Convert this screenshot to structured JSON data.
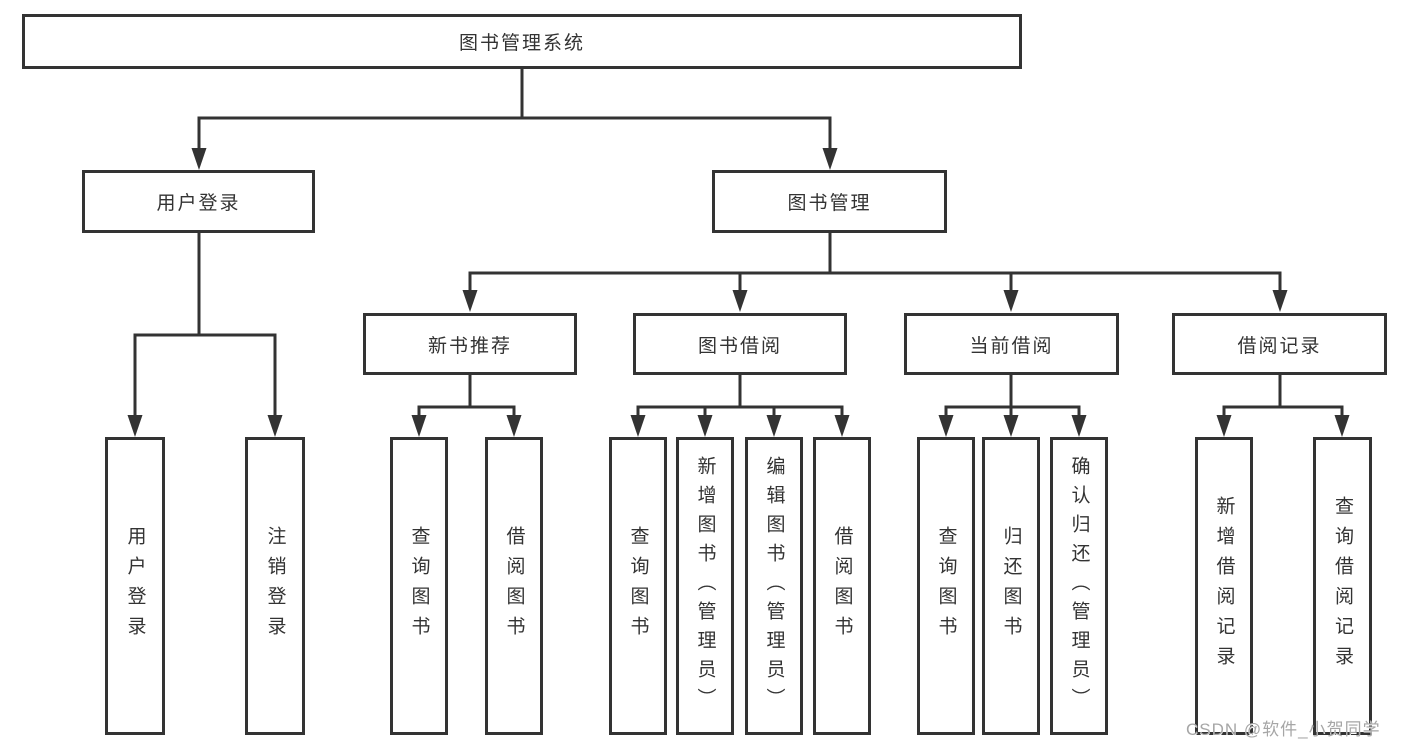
{
  "diagram": {
    "root": "图书管理系统",
    "user_branch": {
      "label": "用户登录",
      "children": [
        "用户登录",
        "注销登录"
      ]
    },
    "book_branch": {
      "label": "图书管理",
      "sections": [
        {
          "label": "新书推荐",
          "children": [
            "查询图书",
            "借阅图书"
          ]
        },
        {
          "label": "图书借阅",
          "children": [
            "查询图书",
            "新增图书（管理员）",
            "编辑图书（管理员）",
            "借阅图书"
          ]
        },
        {
          "label": "当前借阅",
          "children": [
            "查询图书",
            "归还图书",
            "确认归还（管理员）"
          ]
        },
        {
          "label": "借阅记录",
          "children": [
            "新增借阅记录",
            "查询借阅记录"
          ]
        }
      ]
    }
  },
  "watermark": {
    "text": "CSDN @软件_小贺同学"
  },
  "colors": {
    "line": "#333333",
    "box_border": "#333333",
    "text": "#333333",
    "watermark": "#a6a6a6",
    "background": "#ffffff"
  }
}
